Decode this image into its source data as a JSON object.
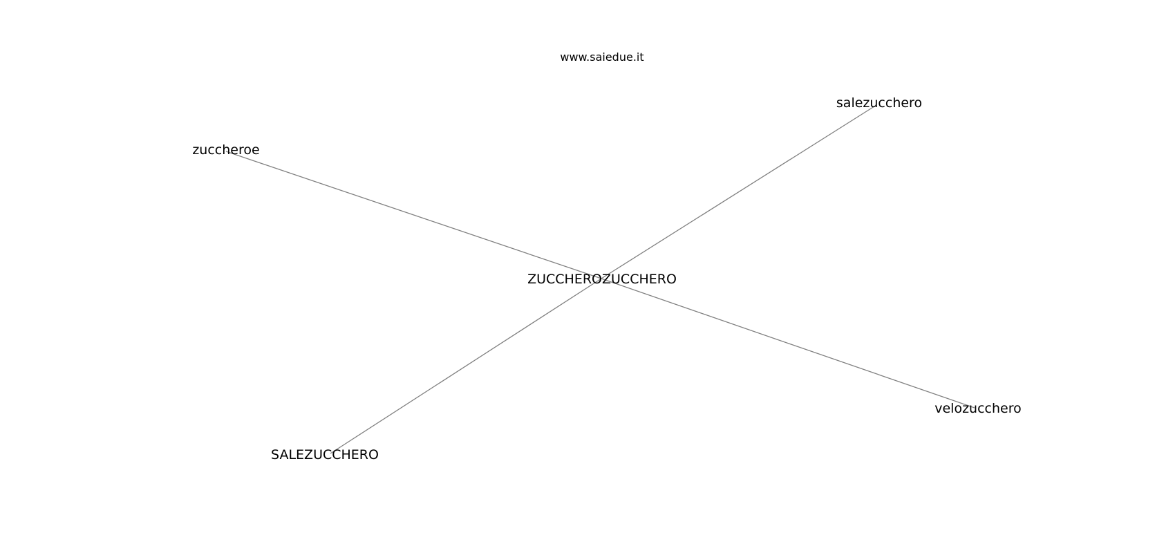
{
  "caption": "www.saiedue.it",
  "graph": {
    "center": "ZUCCHEROZUCCHERO",
    "nodes": [
      {
        "id": "center",
        "label": "ZUCCHEROZUCCHERO"
      },
      {
        "id": "n1",
        "label": "salezucchero"
      },
      {
        "id": "n2",
        "label": "zuccheroe"
      },
      {
        "id": "n3",
        "label": "velozucchero"
      },
      {
        "id": "n4",
        "label": "SALEZUCCHERO"
      }
    ],
    "edges": [
      {
        "from": "center",
        "to": "n1"
      },
      {
        "from": "center",
        "to": "n2"
      },
      {
        "from": "center",
        "to": "n3"
      },
      {
        "from": "center",
        "to": "n4"
      }
    ],
    "colors": {
      "edge": "#808080",
      "text": "#000000",
      "background": "#ffffff"
    }
  }
}
